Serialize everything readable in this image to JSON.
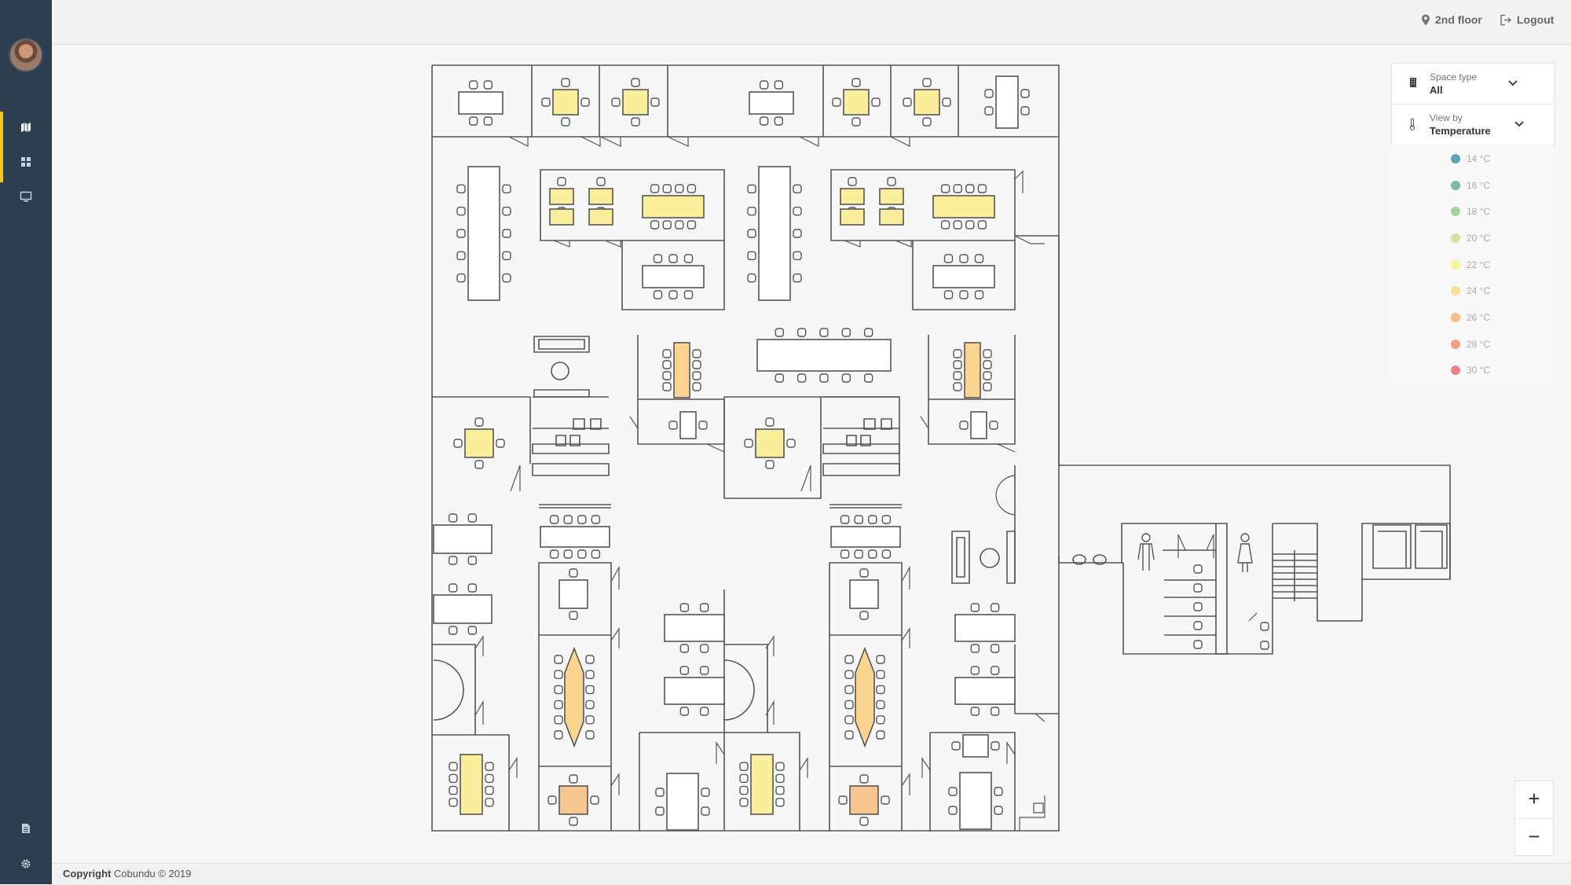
{
  "header": {
    "floor_label": "2nd floor",
    "logout_label": "Logout"
  },
  "sidebar": {
    "items": [
      {
        "icon": "map-icon",
        "active": true
      },
      {
        "icon": "dashboard-icon",
        "active": false
      },
      {
        "icon": "monitor-icon",
        "active": false
      }
    ],
    "bottom_items": [
      {
        "icon": "document-icon"
      },
      {
        "icon": "gear-icon"
      }
    ]
  },
  "filters": {
    "space_type": {
      "label": "Space type",
      "value": "All"
    },
    "view_by": {
      "label": "View by",
      "value": "Temperature"
    }
  },
  "legend": [
    {
      "label": "14 °C",
      "color": "#5aa5b5"
    },
    {
      "label": "16 °C",
      "color": "#7cb9a8"
    },
    {
      "label": "18 °C",
      "color": "#a8d09b"
    },
    {
      "label": "20 °C",
      "color": "#d4e3a0"
    },
    {
      "label": "22 °C",
      "color": "#fbf29a"
    },
    {
      "label": "24 °C",
      "color": "#fbdc90"
    },
    {
      "label": "26 °C",
      "color": "#f8bf84"
    },
    {
      "label": "28 °C",
      "color": "#f49f80"
    },
    {
      "label": "30 °C",
      "color": "#ee7f85"
    }
  ],
  "zoom": {
    "in": "+",
    "out": "−"
  },
  "footer": {
    "copyright_label": "Copyright",
    "copyright_text": "Cobundu © 2019"
  },
  "colors": {
    "sidebar": "#2c3e50",
    "accent": "#f5c518",
    "desk_22": "#fbee9a",
    "desk_24": "#fbd58e",
    "desk_26": "#f8c48f"
  }
}
